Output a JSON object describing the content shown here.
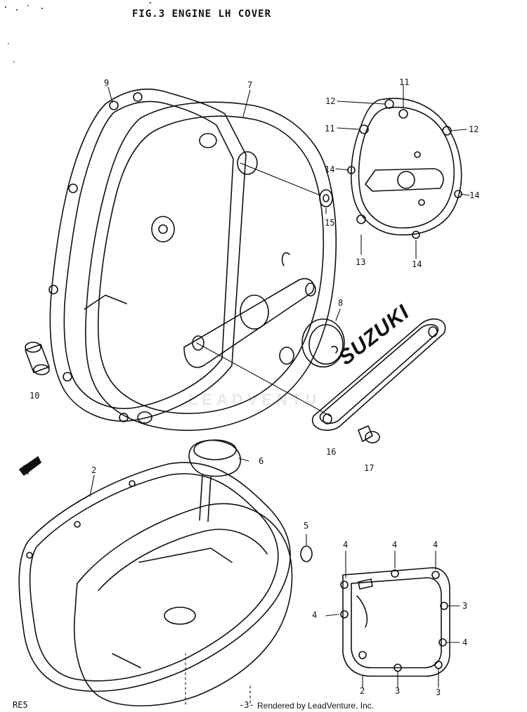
{
  "title": "FIG.3  ENGINE LH COVER",
  "page_ref": "RE5",
  "page_number": "-3-",
  "footer": "Rendered by LeadVenture, Inc.",
  "watermark": "LEADVENTU",
  "badge_text": "SUZUKI",
  "callouts": [
    {
      "id": "9",
      "text": "9"
    },
    {
      "id": "7",
      "text": "7"
    },
    {
      "id": "11a",
      "text": "11"
    },
    {
      "id": "12a",
      "text": "12"
    },
    {
      "id": "11b",
      "text": "11"
    },
    {
      "id": "12b",
      "text": "12"
    },
    {
      "id": "14a",
      "text": "14"
    },
    {
      "id": "14b",
      "text": "14"
    },
    {
      "id": "15",
      "text": "15"
    },
    {
      "id": "13",
      "text": "13"
    },
    {
      "id": "14c",
      "text": "14"
    },
    {
      "id": "8",
      "text": "8"
    },
    {
      "id": "10",
      "text": "10"
    },
    {
      "id": "16",
      "text": "16"
    },
    {
      "id": "17",
      "text": "17"
    },
    {
      "id": "6",
      "text": "6"
    },
    {
      "id": "2a",
      "text": "2"
    },
    {
      "id": "5",
      "text": "5"
    },
    {
      "id": "4a",
      "text": "4"
    },
    {
      "id": "4b",
      "text": "4"
    },
    {
      "id": "4c",
      "text": "4"
    },
    {
      "id": "4d",
      "text": "4"
    },
    {
      "id": "3a",
      "text": "3"
    },
    {
      "id": "4e",
      "text": "4"
    },
    {
      "id": "2b",
      "text": "2"
    },
    {
      "id": "3b",
      "text": "3"
    },
    {
      "id": "3c",
      "text": "3"
    }
  ]
}
